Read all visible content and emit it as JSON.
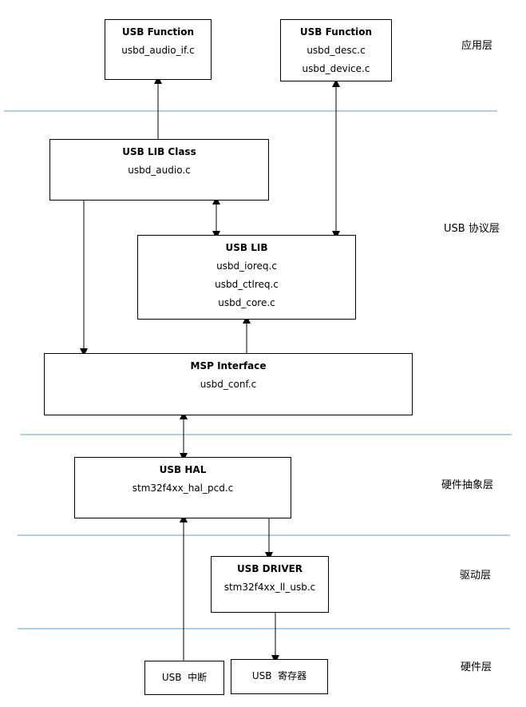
{
  "layers": {
    "app": "应用层",
    "protocol": "USB 协议层",
    "hal": "硬件抽象层",
    "driver": "驱动层",
    "hardware": "硬件层"
  },
  "boxes": {
    "fn1": {
      "title": "USB Function",
      "lines": [
        "usbd_audio_if.c"
      ]
    },
    "fn2": {
      "title": "USB Function",
      "lines": [
        "usbd_desc.c",
        "usbd_device.c"
      ]
    },
    "libclass": {
      "title": "USB LIB Class",
      "lines": [
        "usbd_audio.c"
      ]
    },
    "lib": {
      "title": "USB LIB",
      "lines": [
        "usbd_ioreq.c",
        "usbd_ctlreq.c",
        "usbd_core.c"
      ]
    },
    "msp": {
      "title": "MSP Interface",
      "lines": [
        "usbd_conf.c"
      ]
    },
    "hal": {
      "title": "USB HAL",
      "lines": [
        "stm32f4xx_hal_pcd.c"
      ]
    },
    "driver": {
      "title": "USB DRIVER",
      "lines": [
        "stm32f4xx_ll_usb.c"
      ]
    },
    "irq": {
      "title": "USB  中断"
    },
    "reg": {
      "title": "USB  寄存器"
    }
  },
  "colors": {
    "separator": "#6a9fc7",
    "line": "#000000"
  }
}
